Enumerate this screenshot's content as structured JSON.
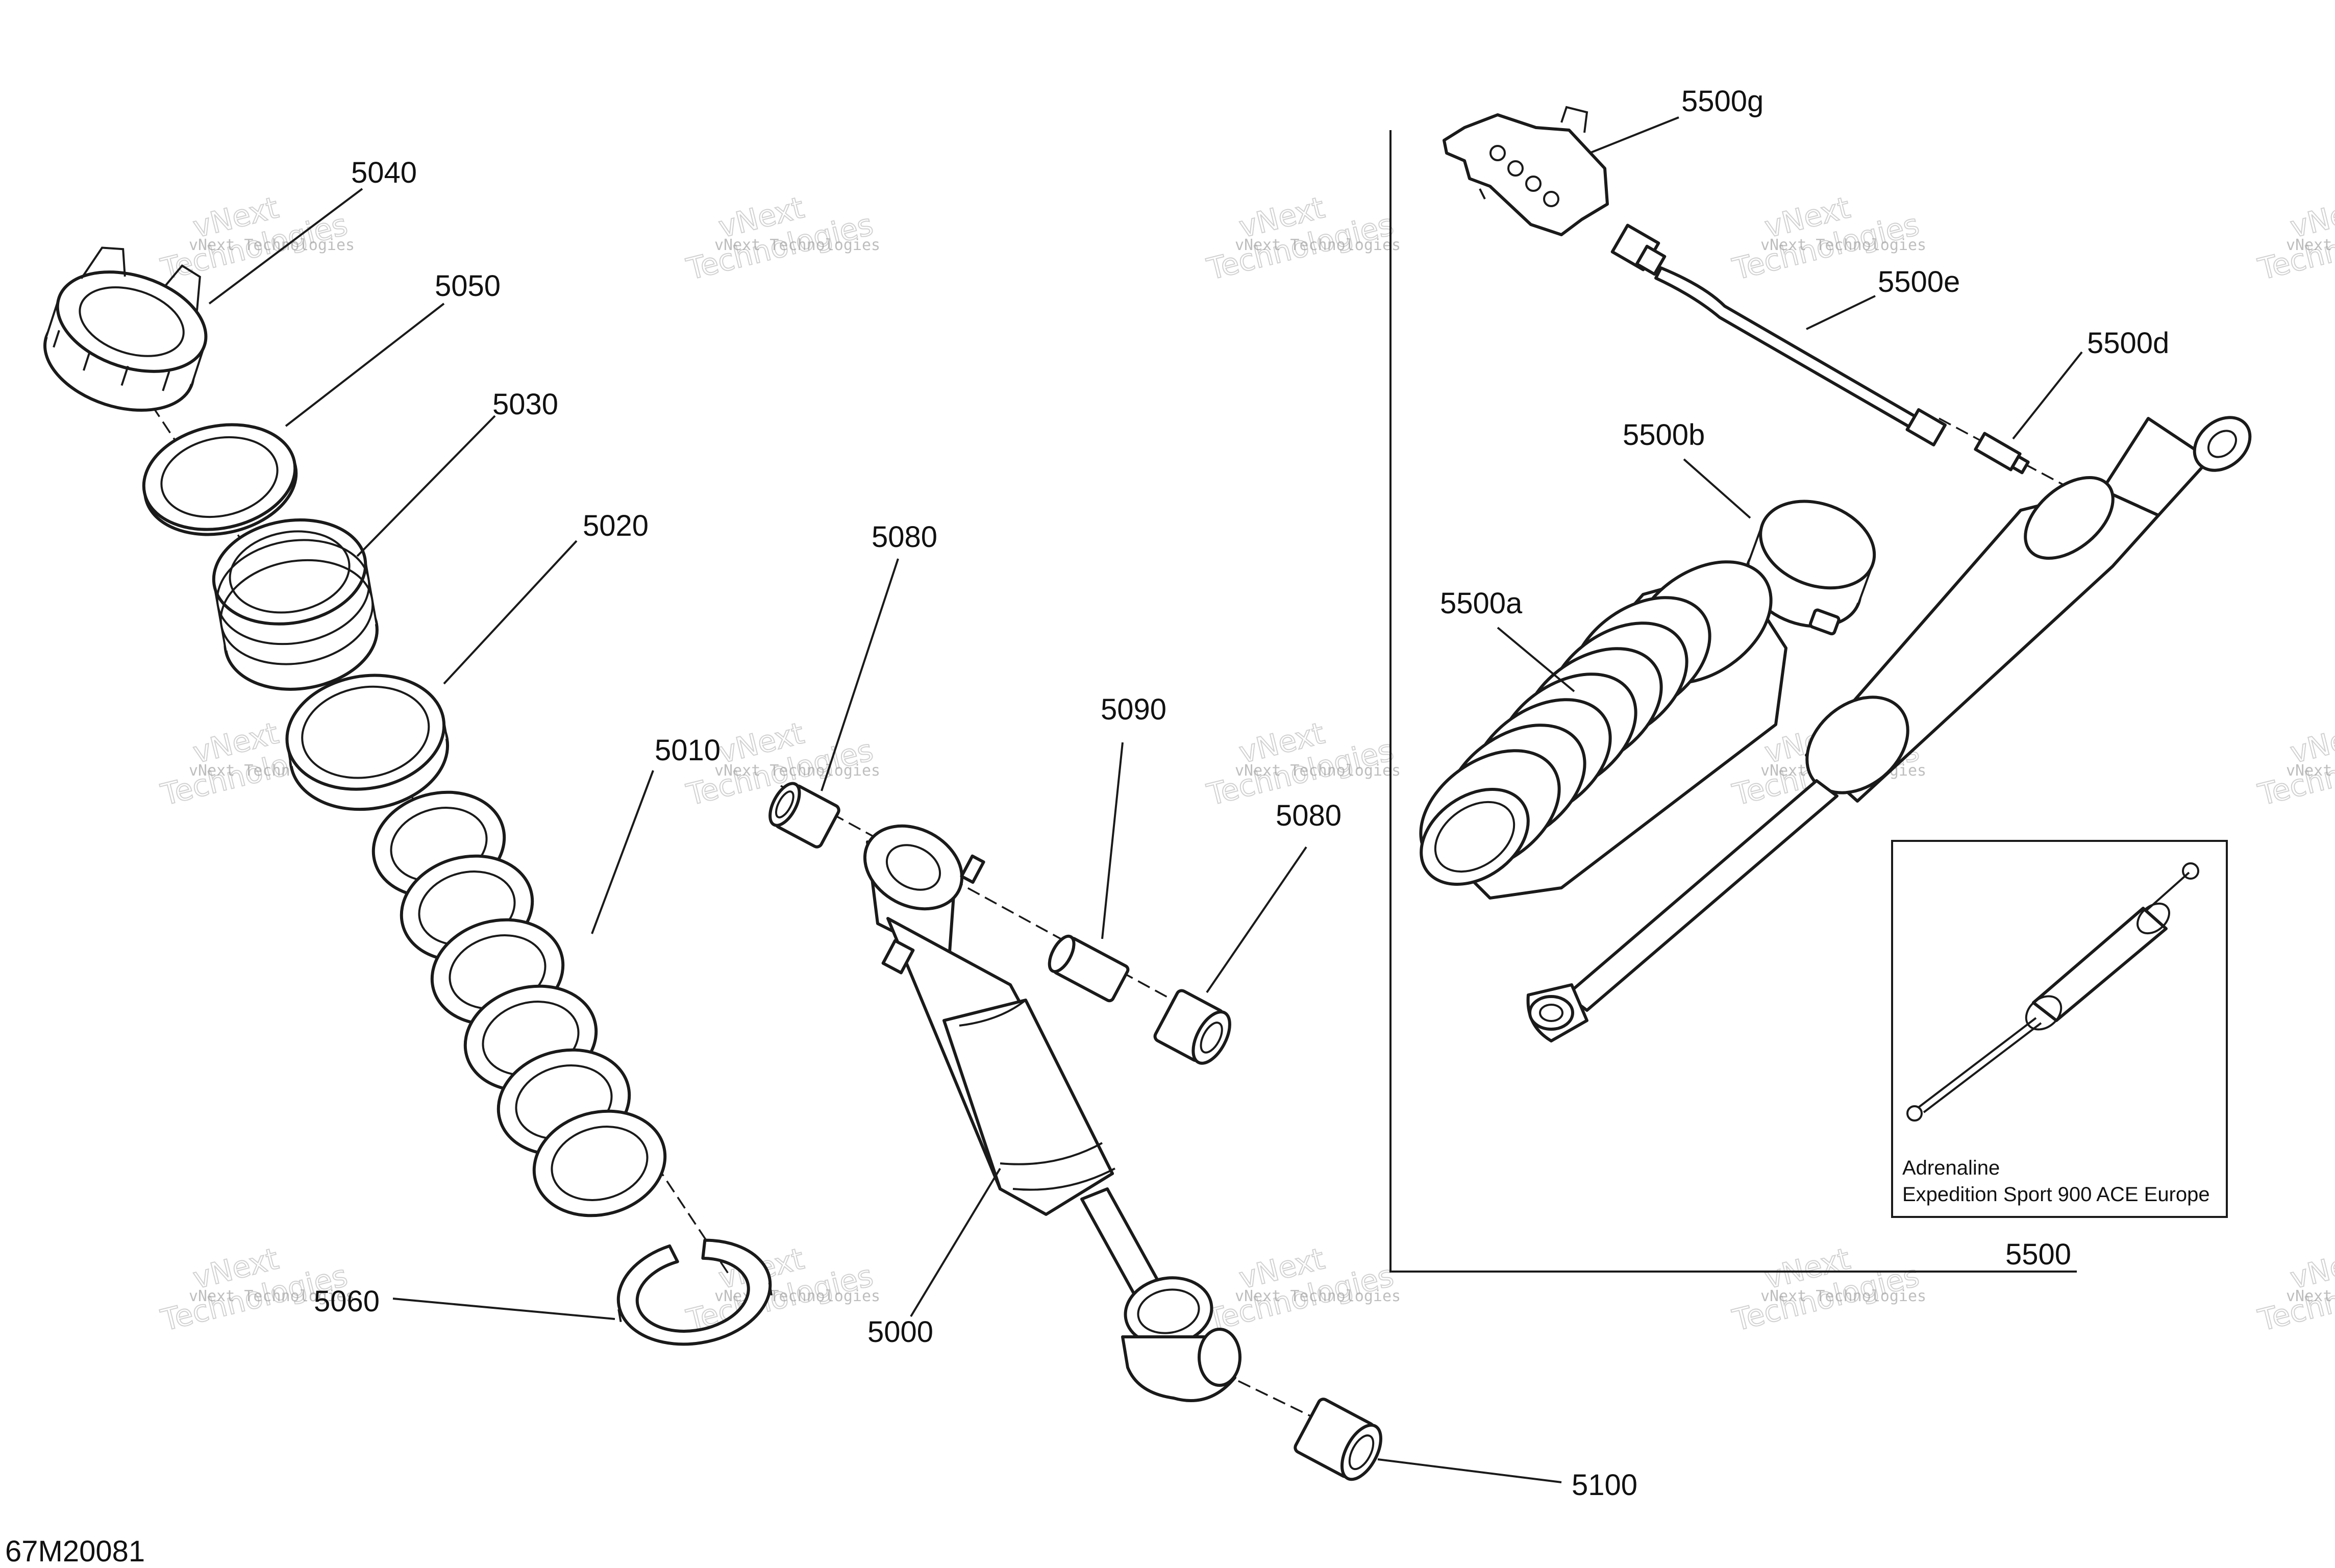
{
  "drawing_number": "67M20081",
  "watermark": {
    "small": "vNext Technologies",
    "large_line1": "vNext",
    "large_line2": "Technologies"
  },
  "callouts": {
    "c5040": "5040",
    "c5050": "5050",
    "c5030": "5030",
    "c5020": "5020",
    "c5010": "5010",
    "c5080_top": "5080",
    "c5090": "5090",
    "c5080_bottom": "5080",
    "c5060": "5060",
    "c5000": "5000",
    "c5100": "5100",
    "c5500g": "5500g",
    "c5500e": "5500e",
    "c5500d": "5500d",
    "c5500b": "5500b",
    "c5500a": "5500a",
    "c5500": "5500"
  },
  "inset": {
    "line1": "Adrenaline",
    "line2": "Expedition Sport 900 ACE Europe"
  }
}
